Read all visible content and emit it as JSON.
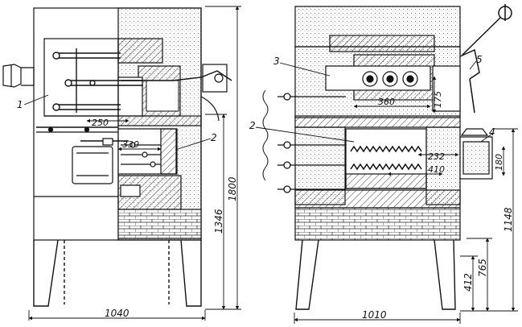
{
  "diagram": {
    "callouts": [
      "1",
      "2",
      "3",
      "2",
      "4",
      "5"
    ],
    "dimensions": {
      "left_view": {
        "total_width": "1040",
        "total_height": "1800",
        "body_height": "1346",
        "inner_width": "250",
        "inner_depth": "330"
      },
      "right_view": {
        "total_width": "1010",
        "top_height": "1148",
        "mid_height": "765",
        "leg_height": "412",
        "upper_chamber_width": "360",
        "upper_chamber_height": "175",
        "lower_chamber_width": "410",
        "lower_chamber_depth": "232",
        "door_height": "180"
      }
    },
    "colors": {
      "line": "#111111",
      "hatch": "#333333",
      "background": "#ffffff"
    }
  }
}
